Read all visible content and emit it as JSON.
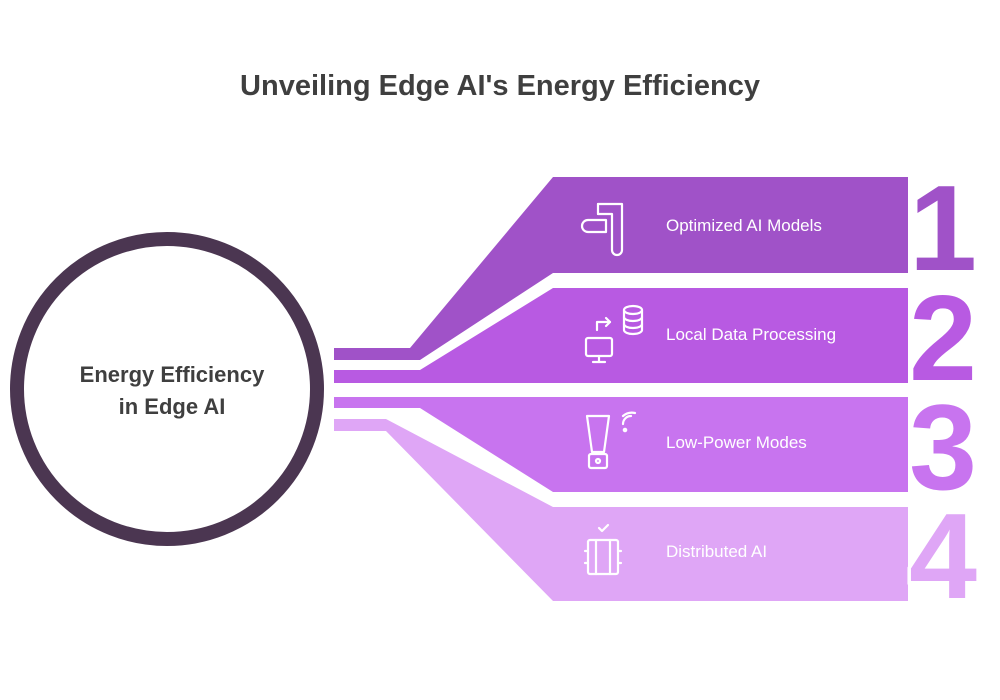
{
  "title": "Unveiling Edge AI's Energy Efficiency",
  "hub": {
    "line1": "Energy Efficiency",
    "line2": "in Edge AI",
    "ring_color": "#4b3651"
  },
  "items": [
    {
      "number": "1",
      "label": "Optimized AI Models",
      "icon": "flow-pipes-icon",
      "color": "#a052c8"
    },
    {
      "number": "2",
      "label": "Local Data Processing",
      "icon": "computer-database-sync-icon",
      "color": "#b85ae2"
    },
    {
      "number": "3",
      "label": "Low-Power Modes",
      "icon": "blender-wireless-icon",
      "color": "#c874ef"
    },
    {
      "number": "4",
      "label": "Distributed AI",
      "icon": "server-rack-icon",
      "color": "#dfa6f6"
    }
  ]
}
